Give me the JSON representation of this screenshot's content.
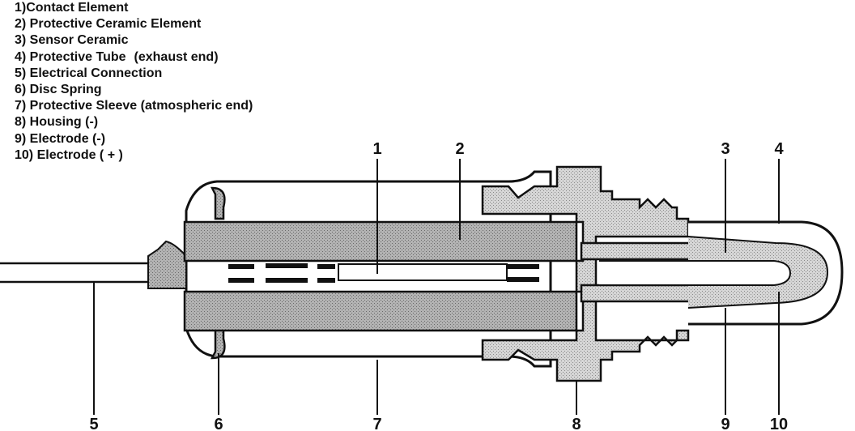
{
  "legend": [
    {
      "text": "1)Contact Element",
      "note": ""
    },
    {
      "text": "2) Protective Ceramic Element",
      "note": ""
    },
    {
      "text": "3) Sensor Ceramic",
      "note": ""
    },
    {
      "text": "4) Protective Tube",
      "note": "(exhaust end)"
    },
    {
      "text": "5) Electrical Connection",
      "note": ""
    },
    {
      "text": "6) Disc Spring",
      "note": ""
    },
    {
      "text": "7) Protective Sleeve (atmospheric end)",
      "note": ""
    },
    {
      "text": "8) Housing (-)",
      "note": ""
    },
    {
      "text": "9) Electrode (-)",
      "note": ""
    },
    {
      "text": "10) Electrode ( + )",
      "note": ""
    }
  ],
  "callouts": {
    "c1": "1",
    "c2": "2",
    "c3": "3",
    "c4": "4",
    "c5": "5",
    "c6": "6",
    "c7": "7",
    "c8": "8",
    "c9": "9",
    "c10": "10"
  },
  "colors": {
    "line": "#111111",
    "fill_dark": "#9a9a9a",
    "fill_light": "#c9c9c9",
    "background": "#ffffff"
  }
}
